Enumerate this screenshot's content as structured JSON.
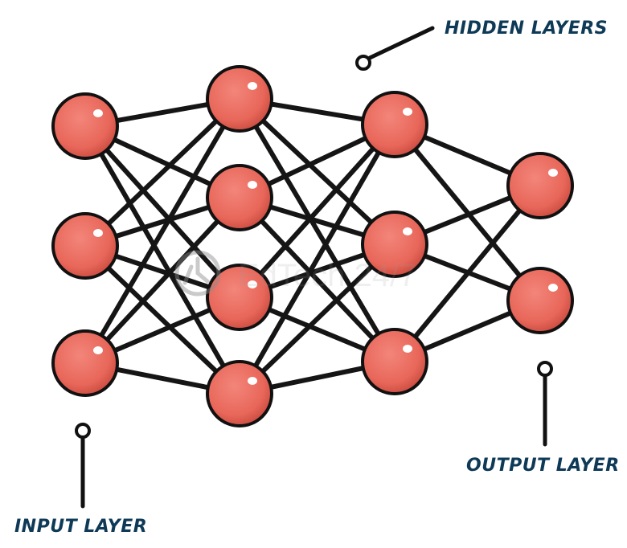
{
  "labels": {
    "hidden": "HIDDEN LAYERS",
    "input": "INPUT LAYER",
    "output": "OUTPUT LAYER"
  },
  "watermark": {
    "text": "EdTech 24/7"
  },
  "colors": {
    "node_fill": "#e8675a",
    "node_stroke": "#111111",
    "edge": "#151515",
    "label": "#0e3a57"
  },
  "network": {
    "layers": [
      {
        "role": "input",
        "nodes": 3
      },
      {
        "role": "hidden",
        "nodes": 4
      },
      {
        "role": "hidden",
        "nodes": 3
      },
      {
        "role": "output",
        "nodes": 2
      }
    ],
    "fully_connected": true
  }
}
